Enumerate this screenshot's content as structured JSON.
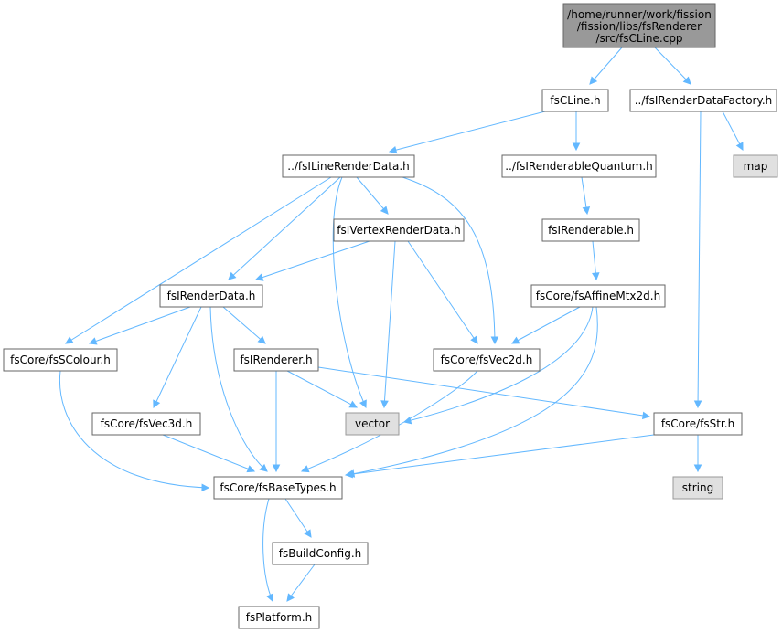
{
  "root": {
    "lines": [
      "/home/runner/work/fission",
      "/fission/libs/fsRenderer",
      "/src/fsCLine.cpp"
    ]
  },
  "nodes": [
    {
      "id": "fsCLine",
      "label": "fsCLine.h"
    },
    {
      "id": "renderDataFactory",
      "label": "../fsIRenderDataFactory.h"
    },
    {
      "id": "map",
      "label": "map"
    },
    {
      "id": "lineRenderData",
      "label": "../fsILineRenderData.h"
    },
    {
      "id": "renderableQuantum",
      "label": "../fsIRenderableQuantum.h"
    },
    {
      "id": "vertexRenderData",
      "label": "fsIVertexRenderData.h"
    },
    {
      "id": "renderable",
      "label": "fsIRenderable.h"
    },
    {
      "id": "renderData",
      "label": "fsIRenderData.h"
    },
    {
      "id": "affineMtx2d",
      "label": "fsCore/fsAffineMtx2d.h"
    },
    {
      "id": "sColour",
      "label": "fsCore/fsSColour.h"
    },
    {
      "id": "renderer",
      "label": "fsIRenderer.h"
    },
    {
      "id": "vec2d",
      "label": "fsCore/fsVec2d.h"
    },
    {
      "id": "vector",
      "label": "vector"
    },
    {
      "id": "vec3d",
      "label": "fsCore/fsVec3d.h"
    },
    {
      "id": "str",
      "label": "fsCore/fsStr.h"
    },
    {
      "id": "baseTypes",
      "label": "fsCore/fsBaseTypes.h"
    },
    {
      "id": "string",
      "label": "string"
    },
    {
      "id": "buildConfig",
      "label": "fsBuildConfig.h"
    },
    {
      "id": "platform",
      "label": "fsPlatform.h"
    }
  ],
  "colors": {
    "edge": "#63b8ff",
    "root_fill": "#999999",
    "system_fill": "#e0e0e0",
    "node_border": "#666666"
  }
}
